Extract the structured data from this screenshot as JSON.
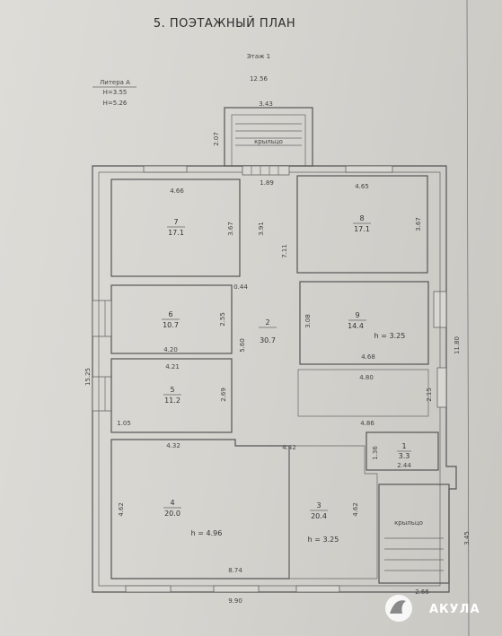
{
  "title": "5. ПОЭТАЖНЫЙ ПЛАН",
  "floor": "Этаж 1",
  "litera": "Литера А",
  "heights": [
    "H=3.55",
    "H=5.26"
  ],
  "porch_label": "крыльцо",
  "dims": {
    "overall_width": "12.56",
    "porch_width": "3.43",
    "porch_depth": "2.07",
    "door_opening": "1.89",
    "r7_width": "4.66",
    "r7_depth": "3.67",
    "r8_width": "4.65",
    "r8_depth": "3.67",
    "hall_depth_a": "3.91",
    "hall_depth_b": "7.11",
    "gap": "0.44",
    "r6_depth": "2.55",
    "r6_width": "4.20",
    "hall_length": "5.60",
    "r9_depth": "3.08",
    "r9_width": "4.68",
    "r5_width": "4.21",
    "r5_depth": "2.69",
    "left_total": "15.25",
    "right_total": "11.80",
    "corridor_width": "4.80",
    "corridor_depth": "2.15",
    "step": "1.05",
    "r4_width_top": "4.32",
    "mid_width": "4.42",
    "r3_top": "4.86",
    "r1_depth": "1.36",
    "r1_width": "2.44",
    "r4_depth": "4.62",
    "r3_depth": "4.62",
    "bottom_inner": "8.74",
    "bottom_outer": "9.90",
    "porch2_width": "2.66",
    "porch2_depth": "3.45"
  },
  "rooms": [
    {
      "num": "7",
      "area": "17.1"
    },
    {
      "num": "8",
      "area": "17.1"
    },
    {
      "num": "6",
      "area": "10.7"
    },
    {
      "num": "2",
      "area": "30.7"
    },
    {
      "num": "9",
      "area": "14.4"
    },
    {
      "num": "5",
      "area": "11.2"
    },
    {
      "num": "1",
      "area": "3.3"
    },
    {
      "num": "4",
      "area": "20.0"
    },
    {
      "num": "3",
      "area": "20.4"
    }
  ],
  "room_heights": {
    "r9": "h = 3.25",
    "r4": "h = 4.96",
    "r3": "h = 3.25"
  },
  "brand": "АКУЛА"
}
